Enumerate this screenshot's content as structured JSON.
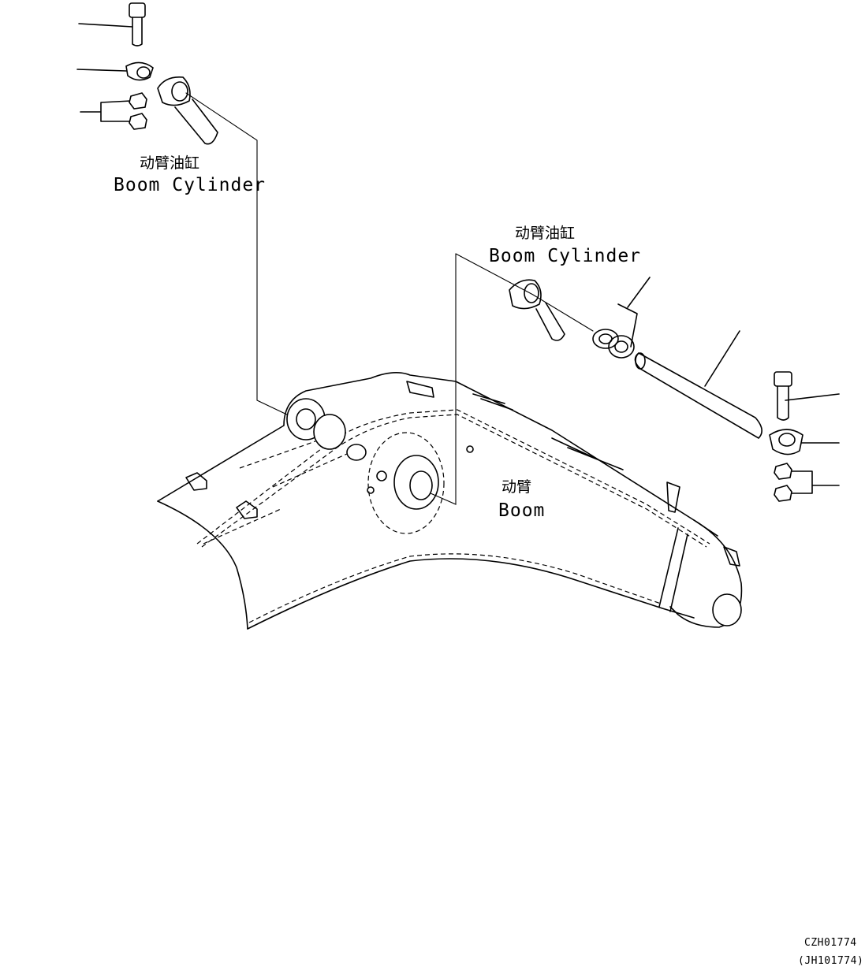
{
  "labels": {
    "cylinder_left_cn": "动臂油缸",
    "cylinder_left_en": "Boom Cylinder",
    "cylinder_right_cn": "动臂油缸",
    "cylinder_right_en": "Boom Cylinder",
    "boom_cn": "动臂",
    "boom_en": "Boom"
  },
  "drawing_codes": {
    "primary": "CZH01774",
    "secondary": "(JH101774)"
  }
}
